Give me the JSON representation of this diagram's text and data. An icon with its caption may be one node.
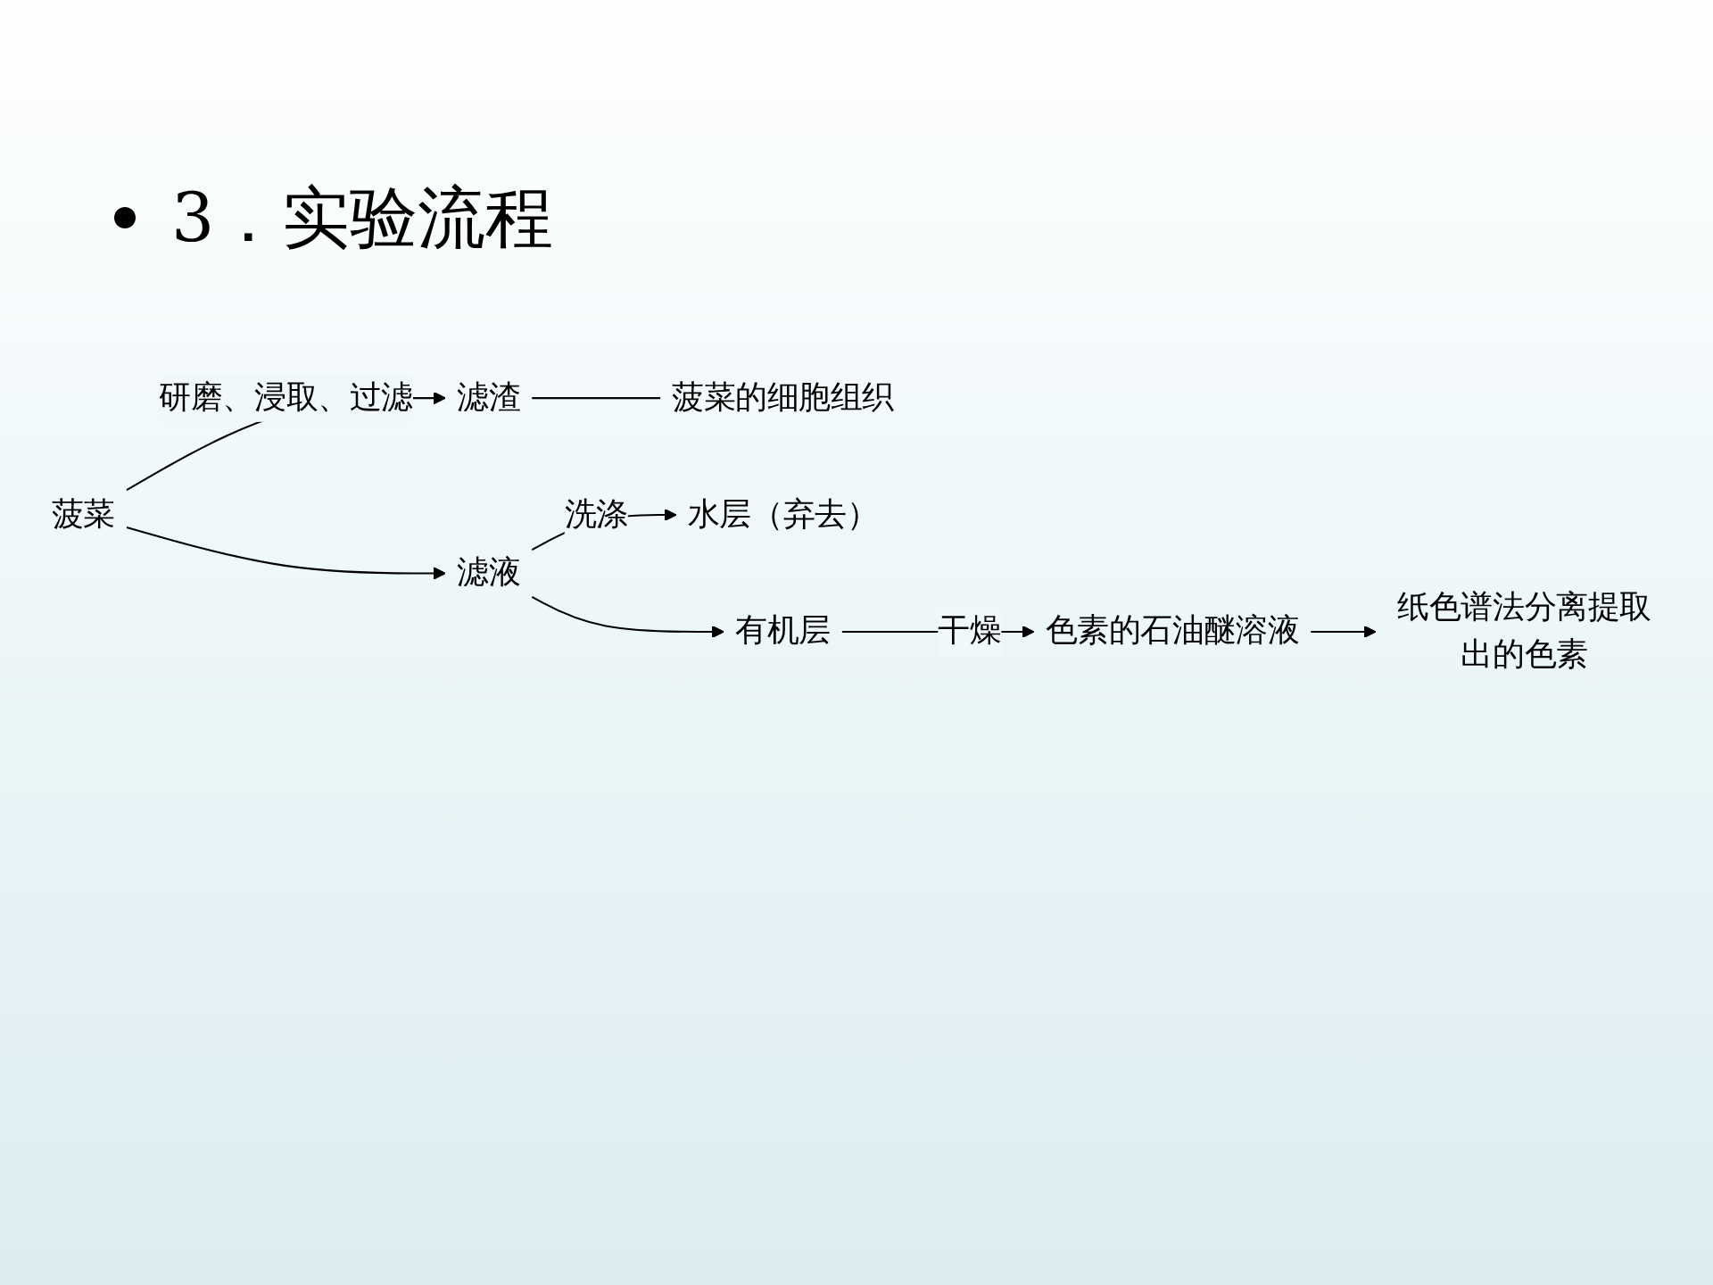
{
  "diagram": {
    "title": "3．实验流程",
    "nodes": [
      {
        "text": [
          "菠菜"
        ]
      },
      {
        "text": [
          "滤渣"
        ]
      },
      {
        "text": [
          "菠菜的细胞组织"
        ]
      },
      {
        "text": [
          "滤液"
        ]
      },
      {
        "text": [
          "水层（弃去）"
        ]
      },
      {
        "text": [
          "有机层"
        ]
      },
      {
        "text": [
          "色素的石油醚溶液"
        ]
      },
      {
        "text": [
          "纸色谱法分离提取出的色素"
        ]
      }
    ],
    "edges": [
      {
        "from": 0,
        "to": 1,
        "arrow": "to",
        "label": "研磨、浸取、过滤"
      },
      {
        "from": 0,
        "to": 3,
        "arrow": "to"
      },
      {
        "from": 1,
        "to": 2,
        "arrow": "none"
      },
      {
        "from": 3,
        "to": 4,
        "arrow": "to",
        "label": "洗涤"
      },
      {
        "from": 3,
        "to": 5,
        "arrow": "to"
      },
      {
        "from": 5,
        "to": 6,
        "arrow": "to",
        "label": "干燥"
      },
      {
        "from": 6,
        "to": 7,
        "arrow": "to"
      }
    ]
  }
}
